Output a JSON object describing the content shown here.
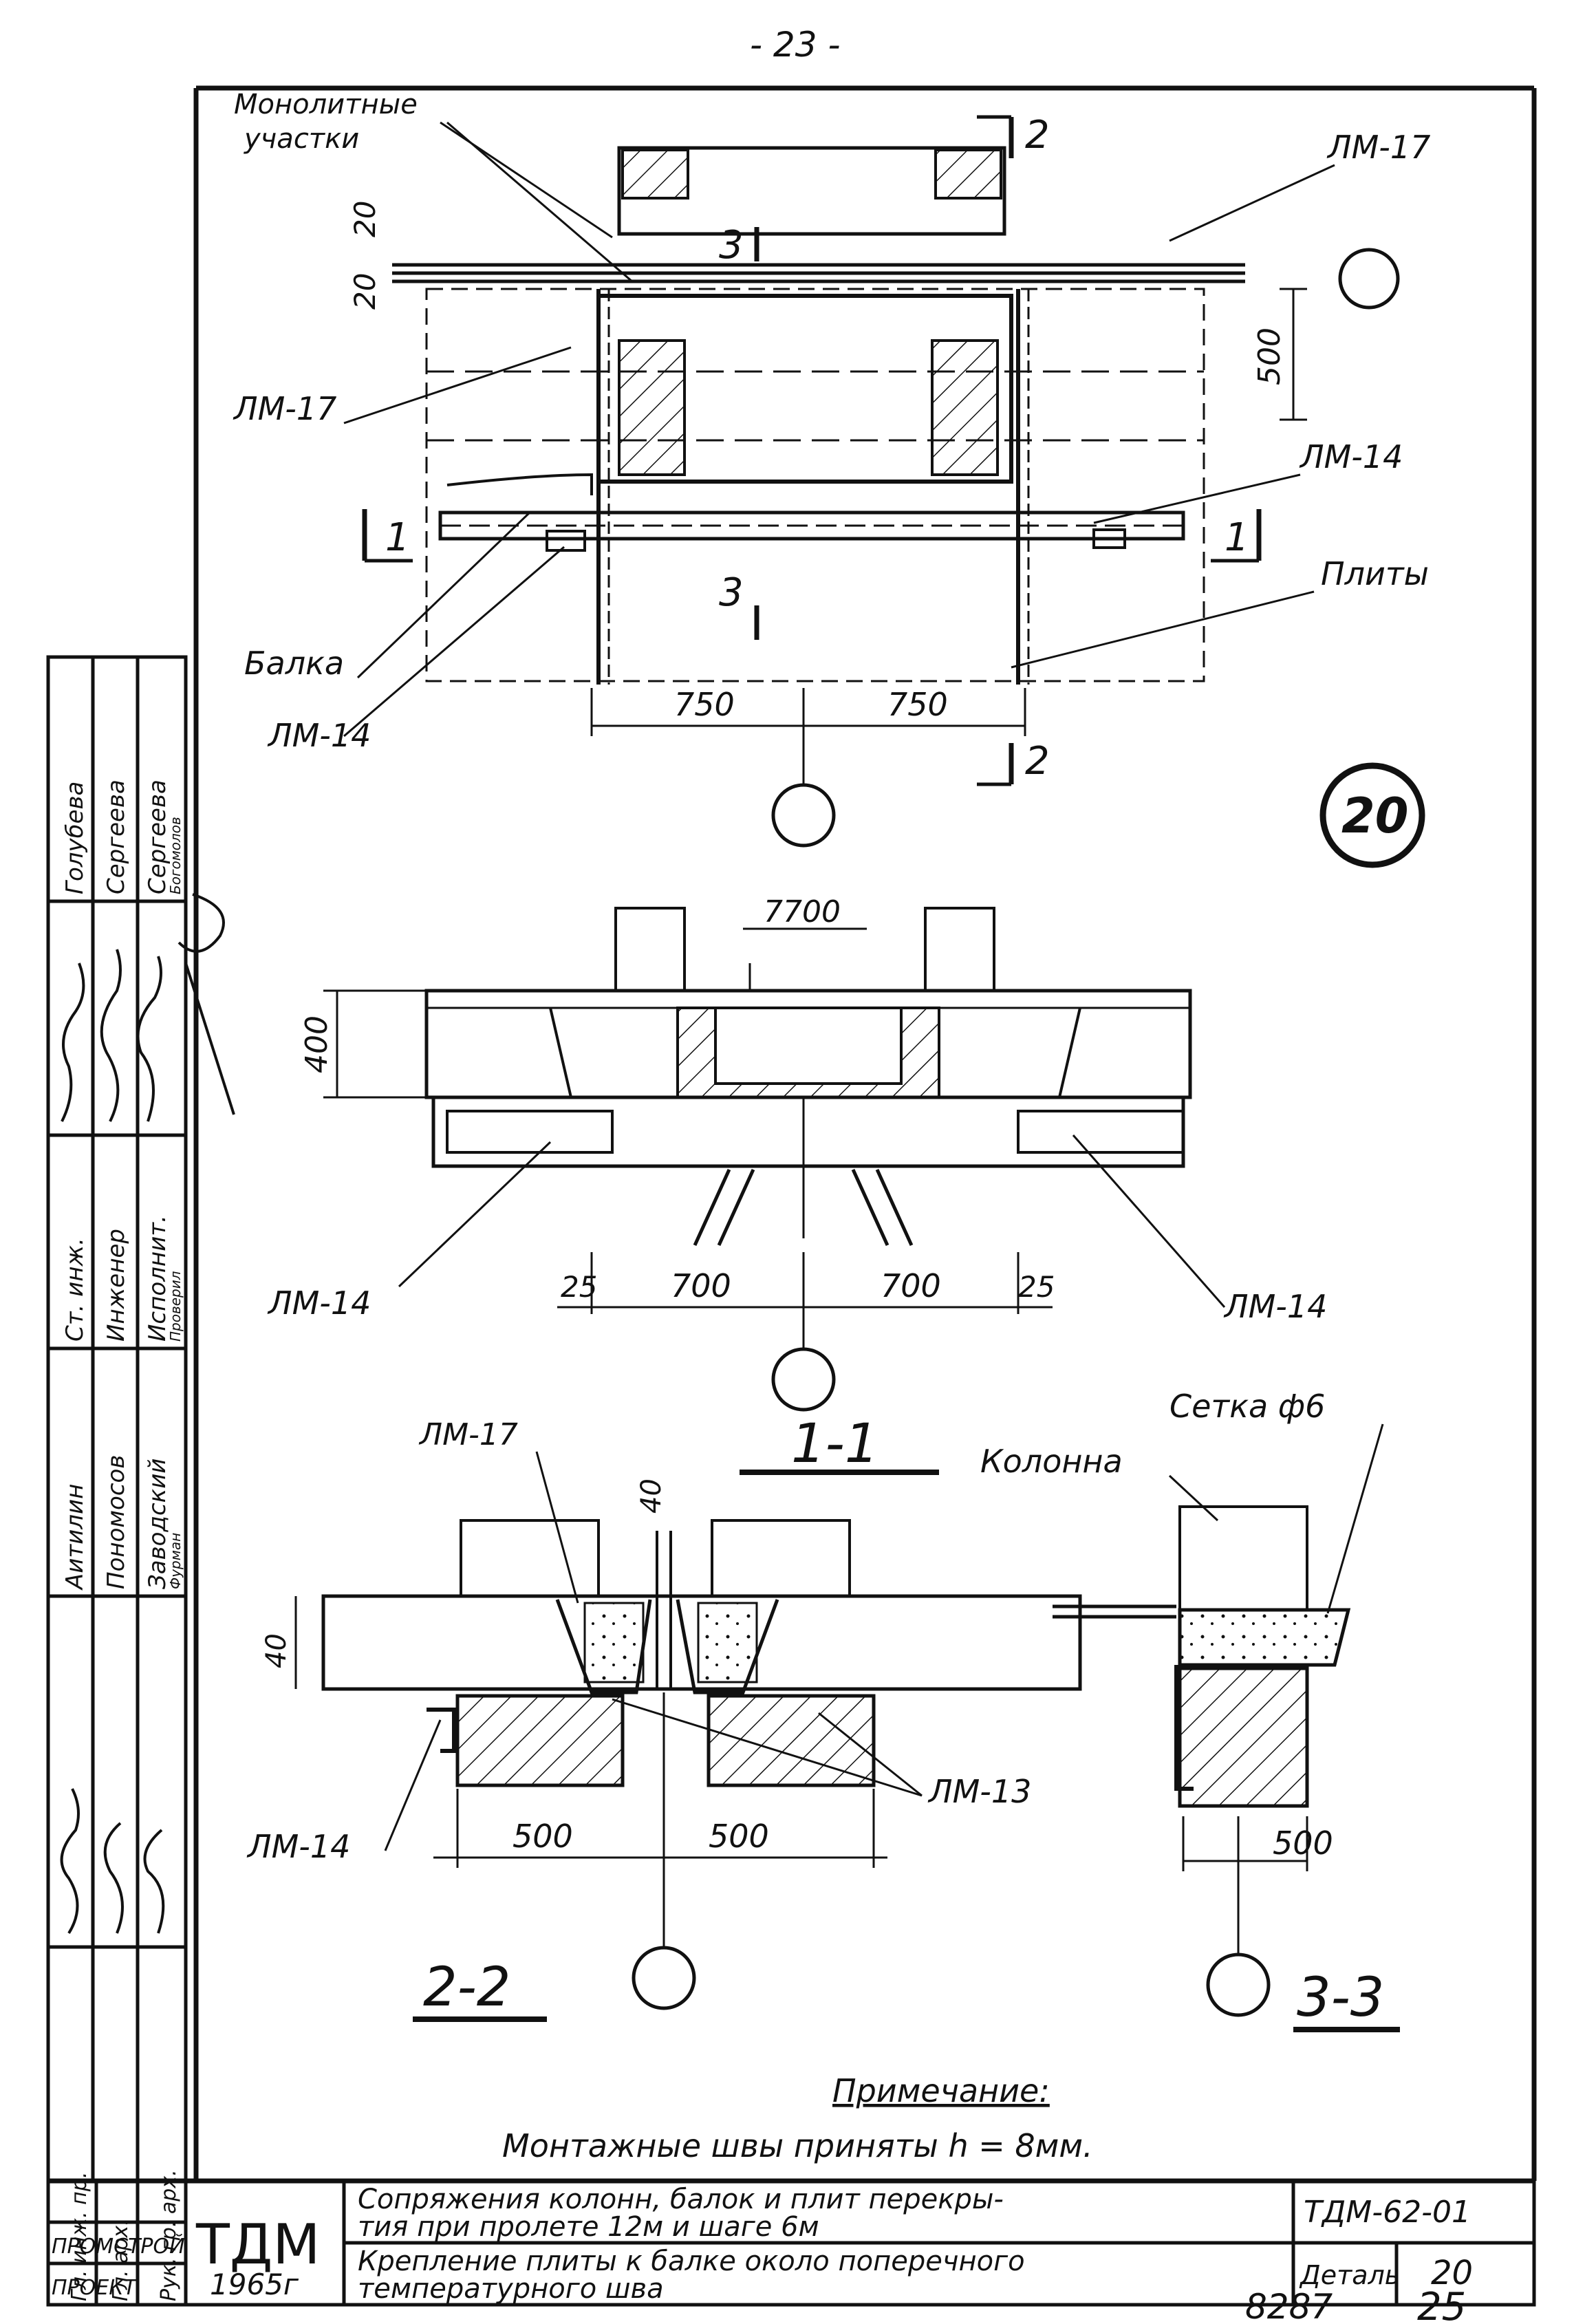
{
  "page_number": "- 23 -",
  "bottom_numbers": {
    "left": "8287",
    "right": "25"
  },
  "detail_circle": "20",
  "plan": {
    "labels": {
      "monolith_1": "Монолитные",
      "monolith_2": "участки",
      "lm17_right": "ЛМ-17",
      "lm17_left": "ЛМ-17",
      "lm14_right": "ЛМ-14",
      "lm14_left": "ЛМ-14",
      "slabs": "Плиты",
      "beam": "Балка"
    },
    "dims": {
      "d20a": "20",
      "d20b": "20",
      "d500": "500",
      "d750a": "750",
      "d750b": "750"
    },
    "section_marks": {
      "s2_top": "2",
      "s2_bottom": "2",
      "s3_top": "3",
      "s3_bottom": "3",
      "s1_left": "1",
      "s1_right": "1"
    }
  },
  "section_1_1": {
    "title": "1-1",
    "labels": {
      "lm14_left": "ЛМ-14",
      "lm14_right": "ЛМ-14"
    },
    "dims": {
      "d400": "400",
      "d25a": "25",
      "d700a": "700",
      "d700b": "700",
      "d25b": "25",
      "top": "7700"
    }
  },
  "section_2_2": {
    "title": "2-2",
    "labels": {
      "lm17": "ЛМ-17",
      "lm13": "ЛМ-13",
      "lm14": "ЛМ-14"
    },
    "dims": {
      "d40": "40",
      "d40b": "40",
      "d500a": "500",
      "d500b": "500"
    }
  },
  "section_3_3": {
    "title": "3-3",
    "labels": {
      "mesh": "Сетка ф6",
      "column": "Колонна"
    },
    "dims": {
      "d500": "500"
    }
  },
  "note": {
    "heading": "Примечание:",
    "text": "Монтажные швы приняты h = 8мм."
  },
  "title_block": {
    "org": "ТДМ",
    "year": "1965г",
    "title_line1": "Сопряжения колонн, балок и плит перекры-",
    "title_line2": "тия при пролете 12м и шаге 6м",
    "subtitle_line1": "Крепление плиты к балке около поперечного",
    "subtitle_line2": "температурного шва",
    "code": "ТДМ-62-01",
    "detail_label": "Деталь",
    "detail_num": "20",
    "left_1": "Гл. инж. пр.",
    "left_2": "Гл. арх.",
    "left_3": "Рук. гр. арх.",
    "left_bottom_1": "ПРОМСТРОЙ",
    "left_bottom_2": "ПРОЕКТ"
  },
  "side_stamp": {
    "col1": [
      "Голубева",
      "Сергеева",
      "Сергеева",
      "Богомолов"
    ],
    "col2": [
      "Ст. инж.",
      "Инженер",
      "Исполнит.",
      "Проверил"
    ],
    "col3": [
      "Аитилин",
      "Пономосов",
      "Заводский",
      "Фурман"
    ]
  }
}
